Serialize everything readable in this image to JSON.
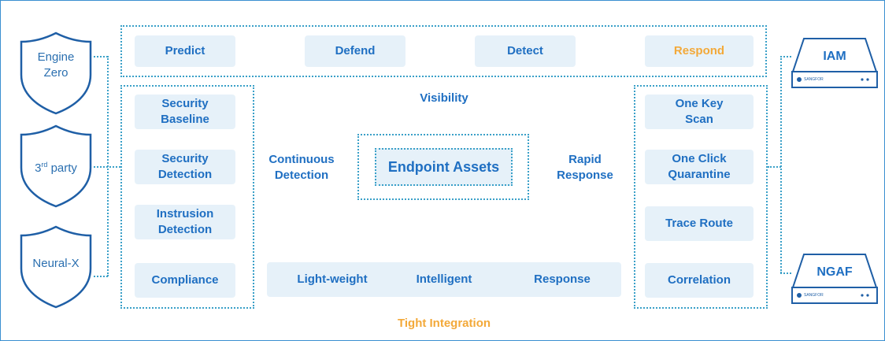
{
  "top_row": [
    "Predict",
    "Defend",
    "Detect",
    "Respond"
  ],
  "left_column": [
    "Security\nBaseline",
    "Security\nDetection",
    "Instrusion\nDetection",
    "Compliance"
  ],
  "right_column": [
    "One Key\nScan",
    "One Click\nQuarantine",
    "Trace Route",
    "Correlation"
  ],
  "center": {
    "visibility": "Visibility",
    "continuous_detection": "Continuous\nDetection",
    "rapid_response": "Rapid\nResponse",
    "core": "Endpoint Assets"
  },
  "bottom_bar": [
    "Light-weight",
    "Intelligent",
    "Response"
  ],
  "footer": "Tight Integration",
  "shields": [
    {
      "text": "Engine\nZero"
    },
    {
      "text_main": "3",
      "text_sup": "rd",
      "text_rest": " party"
    },
    {
      "text": "Neural-X"
    }
  ],
  "devices": [
    {
      "title": "IAM",
      "brand": "SANGFOR"
    },
    {
      "title": "NGAF",
      "brand": "SANGFOR"
    }
  ],
  "colors": {
    "accent_blue": "#1f6fc2",
    "accent_orange": "#f3a939",
    "pill_bg": "#e6f1f9",
    "border": "#3aa0c8"
  }
}
